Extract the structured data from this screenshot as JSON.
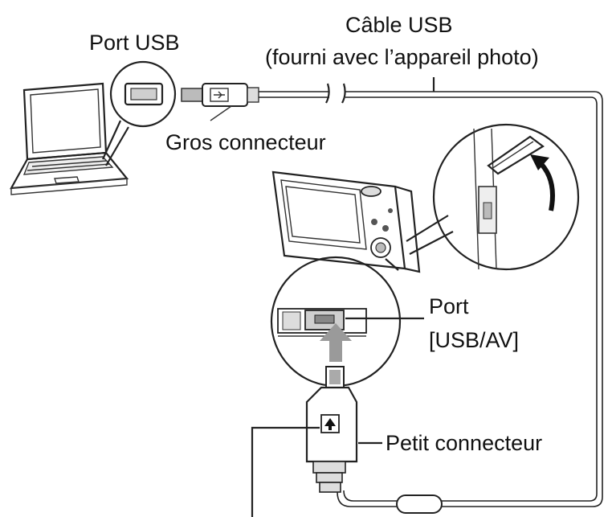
{
  "labels": {
    "port_usb": "Port USB",
    "cable_title": "Câble USB",
    "cable_sub": "(fourni avec l’appareil photo)",
    "gros_connecteur": "Gros connecteur",
    "port_usbav_1": "Port",
    "port_usbav_2": "[USB/AV]",
    "petit_connecteur": "Petit connecteur"
  }
}
